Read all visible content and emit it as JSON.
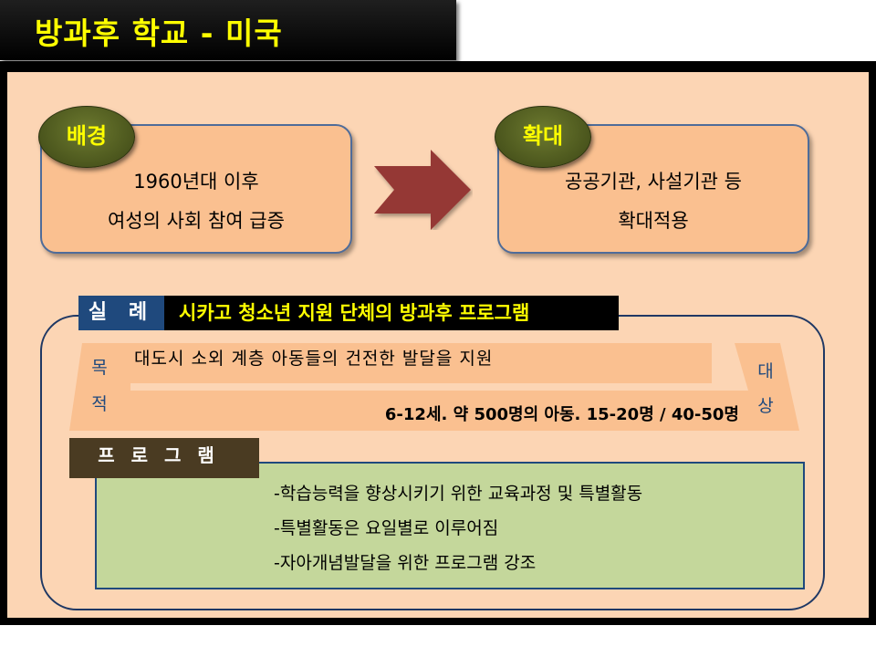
{
  "title": "방과후 학교 - 미국",
  "background_box": {
    "badge": "배경",
    "line1": "1960년대 이후",
    "line2": "여성의 사회 참여 급증"
  },
  "expansion_box": {
    "badge": "확대",
    "line1": "공공기관, 사설기관 등",
    "line2": "확대적용"
  },
  "case": {
    "label": "실 례",
    "title": "시카고 청소년 지원 단체의 방과후 프로그램"
  },
  "purpose": {
    "label_top": "목",
    "label_bottom": "적",
    "text": "대도시 소외 계층 아동들의 건전한 발달을 지원"
  },
  "target": {
    "label_top": "대",
    "label_bottom": "상",
    "text": "6-12세. 약 500명의 아동. 15-20명 / 40-50명"
  },
  "program": {
    "label": "프로그램",
    "items": [
      "-학습능력을 향상시키기 위한 교육과정 및 특별활동",
      "-특별활동은 요일별로 이루어짐",
      "-자아개념발달을 위한 프로그램 강조"
    ]
  },
  "colors": {
    "title_text": "#ffff00",
    "panel_background": "#fcd5b4",
    "box_fill": "#fac090",
    "arrow": "#953735",
    "program_fill": "#c4d79b",
    "case_label": "#1f497d"
  }
}
